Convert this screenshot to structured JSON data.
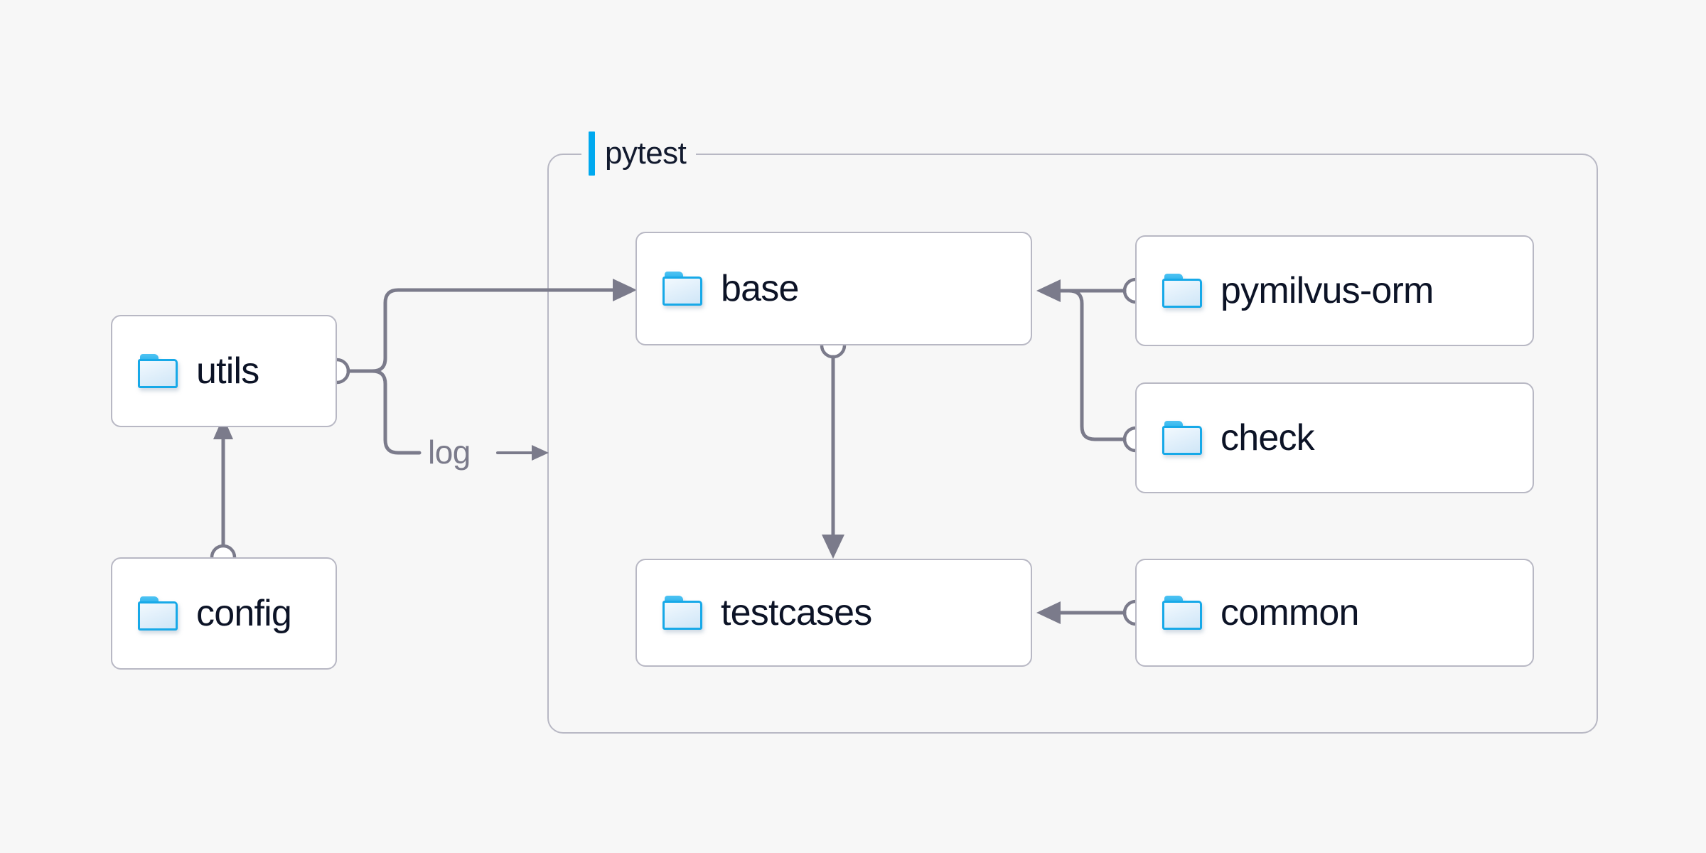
{
  "diagram": {
    "background_color": "#f7f7f7",
    "accent_color": "#00a9ef",
    "node_border_color": "#b8b8c4",
    "connector_color": "#7b7b8b",
    "label_color": "#0c1326",
    "folder_icon_color": "#17a9e8"
  },
  "group": {
    "label": "pytest",
    "icon": "accent-bar"
  },
  "nodes": [
    {
      "id": "utils",
      "label": "utils",
      "icon": "folder-icon"
    },
    {
      "id": "config",
      "label": "config",
      "icon": "folder-icon"
    },
    {
      "id": "base",
      "label": "base",
      "icon": "folder-icon"
    },
    {
      "id": "testcases",
      "label": "testcases",
      "icon": "folder-icon"
    },
    {
      "id": "pymilvus-orm",
      "label": "pymilvus-orm",
      "icon": "folder-icon"
    },
    {
      "id": "check",
      "label": "check",
      "icon": "folder-icon"
    },
    {
      "id": "common",
      "label": "common",
      "icon": "folder-icon"
    }
  ],
  "edges": [
    {
      "id": "utils-base",
      "from": "utils",
      "to": "base",
      "label": ""
    },
    {
      "id": "utils-log",
      "from": "utils",
      "to": "pytest",
      "label": "log"
    },
    {
      "id": "config-utils",
      "from": "config",
      "to": "utils",
      "label": ""
    },
    {
      "id": "base-testcases",
      "from": "base",
      "to": "testcases",
      "label": ""
    },
    {
      "id": "pymilvus-orm-base",
      "from": "pymilvus-orm",
      "to": "base",
      "label": ""
    },
    {
      "id": "check-base",
      "from": "check",
      "to": "base",
      "label": ""
    },
    {
      "id": "common-testcases",
      "from": "common",
      "to": "testcases",
      "label": ""
    }
  ]
}
